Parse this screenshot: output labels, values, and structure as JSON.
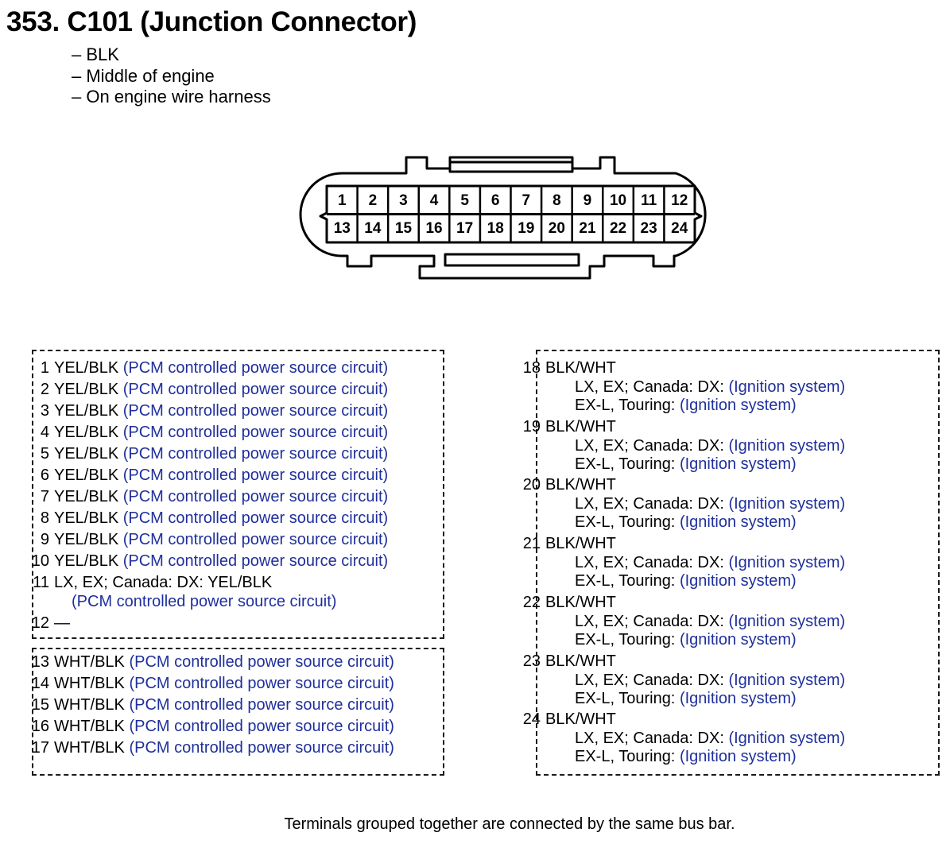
{
  "header": {
    "title": "353. C101 (Junction Connector)",
    "details": [
      "– BLK",
      "– Middle of engine",
      "– On engine wire harness"
    ]
  },
  "connector": {
    "top_row": [
      "1",
      "2",
      "3",
      "4",
      "5",
      "6",
      "7",
      "8",
      "9",
      "10",
      "11",
      "12"
    ],
    "bottom_row": [
      "13",
      "14",
      "15",
      "16",
      "17",
      "18",
      "19",
      "20",
      "21",
      "22",
      "23",
      "24"
    ]
  },
  "group1": [
    {
      "num": "1",
      "color": "YEL/BLK",
      "desc": "(PCM controlled power source circuit)"
    },
    {
      "num": "2",
      "color": "YEL/BLK",
      "desc": "(PCM controlled power source circuit)"
    },
    {
      "num": "3",
      "color": "YEL/BLK",
      "desc": "(PCM controlled power source circuit)"
    },
    {
      "num": "4",
      "color": "YEL/BLK",
      "desc": "(PCM controlled power source circuit)"
    },
    {
      "num": "5",
      "color": "YEL/BLK",
      "desc": "(PCM controlled power source circuit)"
    },
    {
      "num": "6",
      "color": "YEL/BLK",
      "desc": "(PCM controlled power source circuit)"
    },
    {
      "num": "7",
      "color": "YEL/BLK",
      "desc": "(PCM controlled power source circuit)"
    },
    {
      "num": "8",
      "color": "YEL/BLK",
      "desc": "(PCM controlled power source circuit)"
    },
    {
      "num": "9",
      "color": "YEL/BLK",
      "desc": "(PCM controlled power source circuit)"
    },
    {
      "num": "10",
      "color": "YEL/BLK",
      "desc": "(PCM controlled power source circuit)"
    },
    {
      "num": "11",
      "color": "LX, EX; Canada: DX: YEL/BLK",
      "desc": "(PCM controlled power source circuit)"
    },
    {
      "num": "12",
      "color": "—",
      "desc": ""
    }
  ],
  "group2": [
    {
      "num": "13",
      "color": "WHT/BLK",
      "desc": "(PCM controlled power source circuit)"
    },
    {
      "num": "14",
      "color": "WHT/BLK",
      "desc": "(PCM controlled power source circuit)"
    },
    {
      "num": "15",
      "color": "WHT/BLK",
      "desc": "(PCM controlled power source circuit)"
    },
    {
      "num": "16",
      "color": "WHT/BLK",
      "desc": "(PCM controlled power source circuit)"
    },
    {
      "num": "17",
      "color": "WHT/BLK",
      "desc": "(PCM controlled power source circuit)"
    }
  ],
  "group3": [
    {
      "num": "18",
      "color": "BLK/WHT",
      "line1_label": "LX, EX; Canada: DX:",
      "line1_desc": "(Ignition system)",
      "line2_label": "EX-L, Touring:",
      "line2_desc": "(Ignition system)"
    },
    {
      "num": "19",
      "color": "BLK/WHT",
      "line1_label": "LX, EX; Canada: DX:",
      "line1_desc": "(Ignition system)",
      "line2_label": "EX-L, Touring:",
      "line2_desc": "(Ignition system)"
    },
    {
      "num": "20",
      "color": "BLK/WHT",
      "line1_label": "LX, EX; Canada: DX:",
      "line1_desc": "(Ignition system)",
      "line2_label": "EX-L, Touring:",
      "line2_desc": "(Ignition system)"
    },
    {
      "num": "21",
      "color": "BLK/WHT",
      "line1_label": "LX, EX; Canada: DX:",
      "line1_desc": "(Ignition system)",
      "line2_label": "EX-L, Touring:",
      "line2_desc": "(Ignition system)"
    },
    {
      "num": "22",
      "color": "BLK/WHT",
      "line1_label": "LX, EX; Canada: DX:",
      "line1_desc": "(Ignition system)",
      "line2_label": "EX-L, Touring:",
      "line2_desc": "(Ignition system)"
    },
    {
      "num": "23",
      "color": "BLK/WHT",
      "line1_label": "LX, EX; Canada: DX:",
      "line1_desc": "(Ignition system)",
      "line2_label": "EX-L, Touring:",
      "line2_desc": "(Ignition system)"
    },
    {
      "num": "24",
      "color": "BLK/WHT",
      "line1_label": "LX, EX; Canada: DX:",
      "line1_desc": "(Ignition system)",
      "line2_label": "EX-L, Touring:",
      "line2_desc": "(Ignition system)"
    }
  ],
  "footer": "Terminals grouped together are connected by the same bus bar.",
  "colors": {
    "description": "#1f2f9c",
    "line": "#000000"
  }
}
